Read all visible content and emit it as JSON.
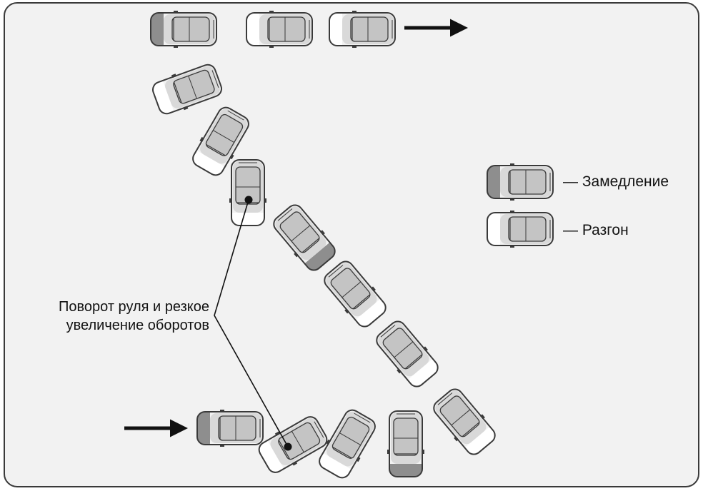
{
  "annotation": {
    "line1": "Поворот руля и резкое",
    "line2": "увеличение оборотов"
  },
  "legend": {
    "decel_label": "— Замедление",
    "accel_label": "— Разгон"
  },
  "colors": {
    "frame_fill": "#f2f2f2",
    "frame_stroke": "#3a3a3a",
    "car_body": "#d9d9d9",
    "car_cabin": "#c4c4c4",
    "brake_shade": "#8e8e8e",
    "accel_shade": "#ffffff",
    "outline": "#3a3a3a",
    "arrow": "#111111"
  },
  "cars": [
    {
      "id": "top-1",
      "mode": "decel"
    },
    {
      "id": "top-2",
      "mode": "accel"
    },
    {
      "id": "top-3",
      "mode": "accel"
    },
    {
      "id": "turn-1",
      "mode": "accel"
    },
    {
      "id": "turn-2",
      "mode": "accel"
    },
    {
      "id": "turn-3",
      "mode": "accel"
    },
    {
      "id": "diag-1",
      "mode": "decel"
    },
    {
      "id": "diag-2",
      "mode": "accel"
    },
    {
      "id": "diag-3",
      "mode": "accel"
    },
    {
      "id": "diag-4",
      "mode": "accel"
    },
    {
      "id": "bottom-1",
      "mode": "decel"
    },
    {
      "id": "bottom-2",
      "mode": "accel"
    },
    {
      "id": "bottom-3",
      "mode": "accel"
    },
    {
      "id": "bottom-4",
      "mode": "decel"
    }
  ]
}
